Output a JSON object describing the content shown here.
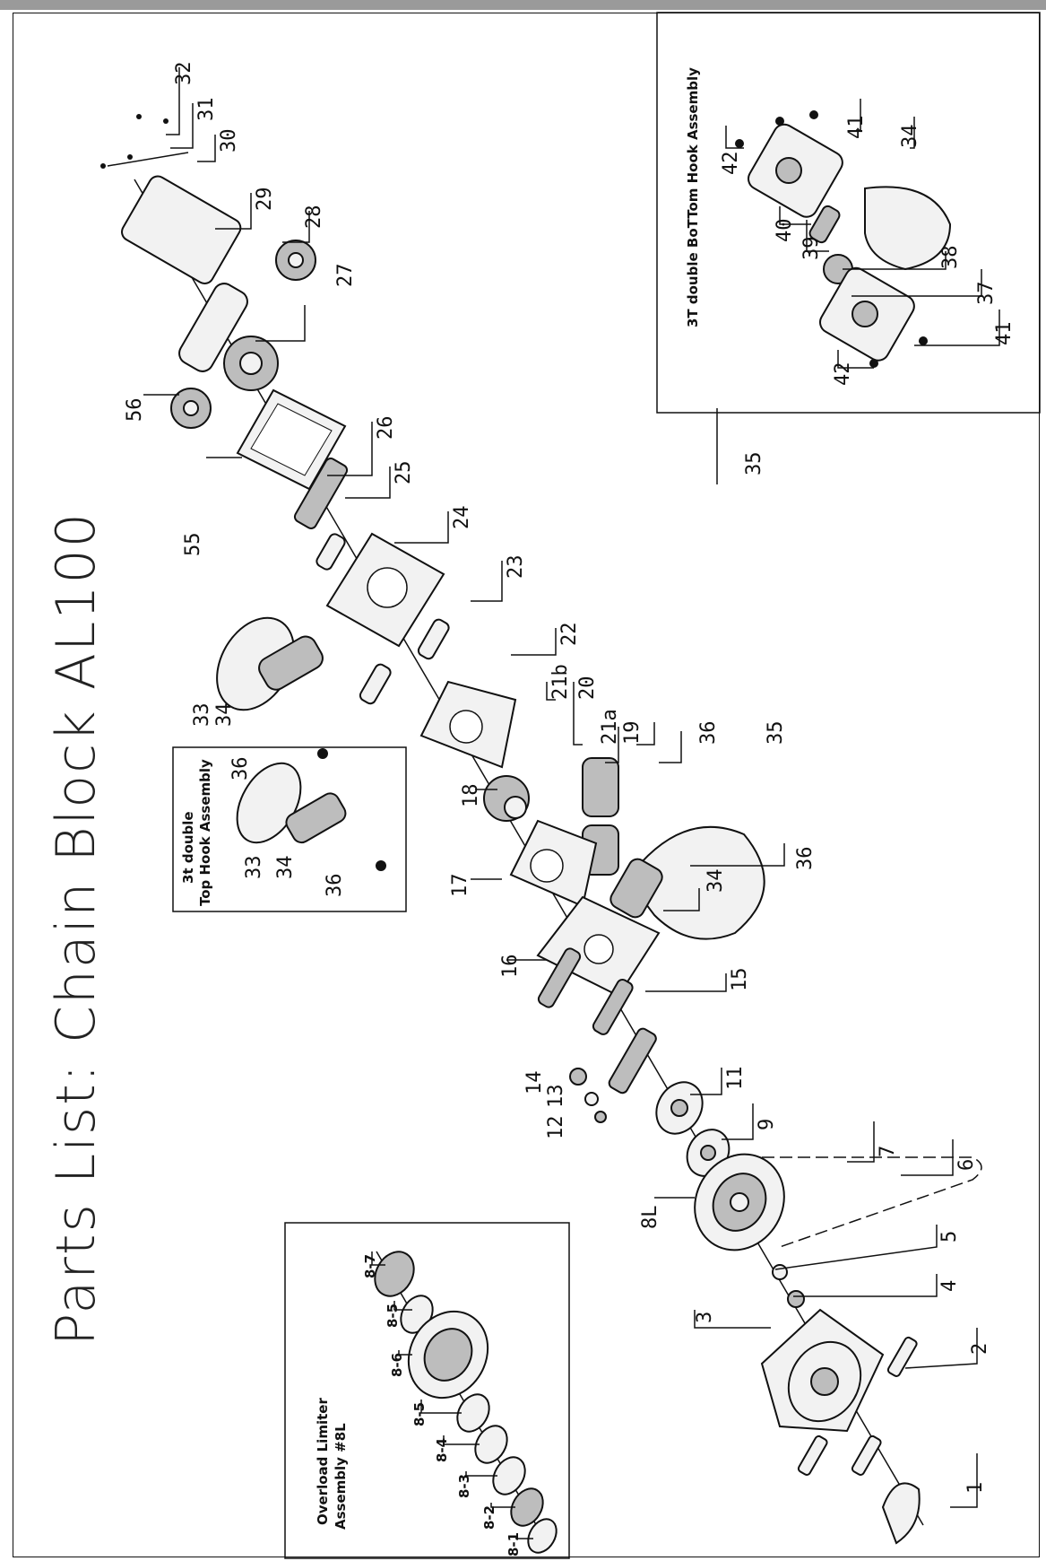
{
  "title": "Parts List: Chain Block AL100",
  "insets": {
    "bottom_hook": "3T double BoTTom Hook Assembly",
    "top_hook_line1": "3t double",
    "top_hook_line2": "Top Hook Assembly",
    "overload_line1": "Overload Limiter",
    "overload_line2": "Assembly #8L"
  },
  "labels": {
    "p1": "1",
    "p2": "2",
    "p3": "3",
    "p4": "4",
    "p5": "5",
    "p6": "6",
    "p7": "7",
    "p8L": "8L",
    "p9": "9",
    "p11": "11",
    "p12": "12",
    "p13": "13",
    "p14": "14",
    "p15": "15",
    "p16": "16",
    "p17": "17",
    "p18": "18",
    "p19": "19",
    "p20": "20",
    "p21a": "21a",
    "p21b": "21b",
    "p22": "22",
    "p23": "23",
    "p24": "24",
    "p25": "25",
    "p26": "26",
    "p27": "27",
    "p28": "28",
    "p29": "29",
    "p30": "30",
    "p31": "31",
    "p32": "32",
    "p33a": "33",
    "p34a": "34",
    "p33b": "33",
    "p34b": "34",
    "p36a": "36",
    "p36b": "36",
    "p36c": "36",
    "p36d": "36",
    "p34c": "34",
    "p35a": "35",
    "p35b": "35",
    "p55": "55",
    "p56": "56",
    "p34d": "34",
    "p37": "37",
    "p38": "38",
    "p39": "39",
    "p40": "40",
    "p41a": "41",
    "p41b": "41",
    "p42a": "42",
    "p42b": "42",
    "p8_1": "8-1",
    "p8_2": "8-2",
    "p8_3": "8-3",
    "p8_4": "8-4",
    "p8_5a": "8-5",
    "p8_5b": "8-5",
    "p8_6": "8-6",
    "p8_7": "8-7"
  }
}
